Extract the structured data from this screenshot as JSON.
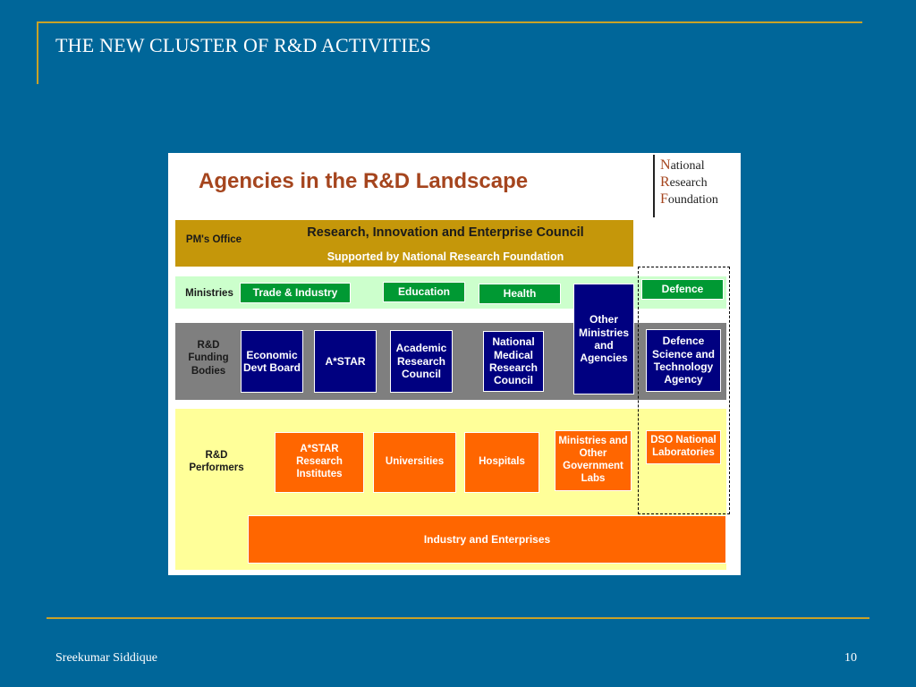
{
  "slide": {
    "title": "THE NEW CLUSTER OF R&D ACTIVITIES",
    "author": "Sreekumar Siddique",
    "page_number": "10"
  },
  "diagram": {
    "title": "Agencies in the R&D Landscape",
    "logo": {
      "line1_initial": "N",
      "line1_rest": "ational",
      "line2_initial": "R",
      "line2_rest": "esearch",
      "line3_initial": "F",
      "line3_rest": "oundation"
    },
    "pm_office": {
      "label": "PM's Office",
      "council": "Research, Innovation and Enterprise Council",
      "supported_by": "Supported by National Research Foundation"
    },
    "ministries": {
      "label": "Ministries",
      "items": [
        "Trade & Industry",
        "Education",
        "Health",
        "Defence"
      ],
      "other": "Other Ministries and Agencies"
    },
    "funding_bodies": {
      "label": "R&D Funding Bodies",
      "items": [
        "Economic Devt Board",
        "A*STAR",
        "Academic Research Council",
        "National Medical Research Council",
        "Defence Science and Technology Agency"
      ]
    },
    "performers": {
      "label": "R&D Performers",
      "items": [
        "A*STAR Research Institutes",
        "Universities",
        "Hospitals",
        "Ministries and Other Government Labs",
        "DSO National Laboratories"
      ],
      "industry": "Industry and Enterprises"
    },
    "colors": {
      "background": "#006699",
      "accent_rule": "#c9a227",
      "gold_band": "#c5970a",
      "green_box": "#009933",
      "navy_box": "#000080",
      "orange_box": "#ff6600",
      "title_brown": "#a5451e"
    }
  }
}
